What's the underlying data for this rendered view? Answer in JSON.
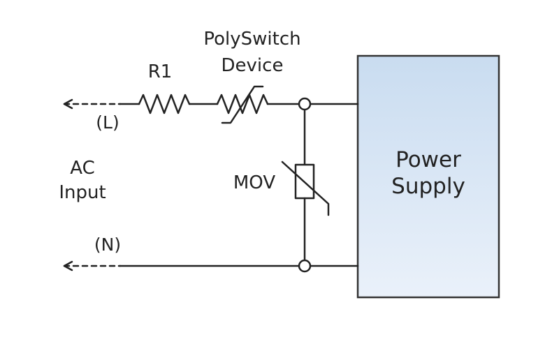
{
  "labels": {
    "r1": "R1",
    "polyswitch_line1": "PolySwitch",
    "polyswitch_line2": "Device",
    "line_L": "(L)",
    "line_N": "(N)",
    "ac_line1": "AC",
    "ac_line2": "Input",
    "mov": "MOV",
    "supply_line1": "Power",
    "supply_line2": "Supply"
  },
  "colors": {
    "wire": "#222222",
    "supply_fill_top": "#c9dcf0",
    "supply_fill_bottom": "#eaf1fa",
    "supply_border": "#333333"
  }
}
